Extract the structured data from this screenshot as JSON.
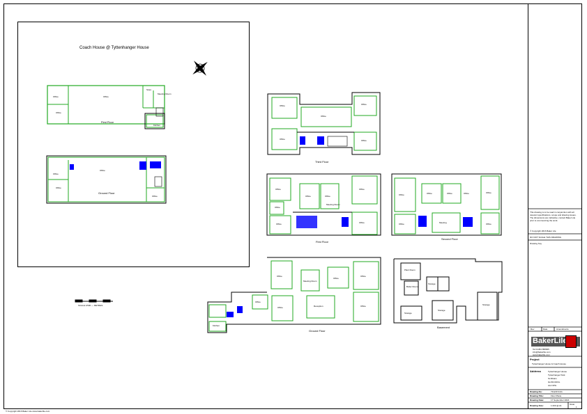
{
  "title": "Coach House @ Tyttenhanger House",
  "coach_floors": {
    "first": "First Floor",
    "ground": "Ground Floor"
  },
  "main_floors": {
    "third": "Third Floor",
    "first": "First Floor",
    "second": "Second Floor",
    "ground": "Ground Floor",
    "basement": "Basement"
  },
  "scale_bar": "SCALE 1/500 — METRES",
  "rooms": {
    "ch_first": [
      "Office",
      "Office",
      "Office",
      "Store",
      "Meeting Room",
      "Kitchen"
    ],
    "ch_ground": [
      "Office",
      "Office",
      "Office",
      "Office"
    ],
    "third": [
      "Office",
      "Office",
      "Office",
      "Office",
      "Office"
    ],
    "first": [
      "Office",
      "Office",
      "Office",
      "Office",
      "Office",
      "Office",
      "Meeting Room",
      "Office"
    ],
    "second": [
      "Office",
      "Office",
      "Office",
      "Office",
      "Office",
      "Meeting",
      "Office",
      "Office"
    ],
    "ground": [
      "Office",
      "Meeting Room",
      "Office",
      "Office",
      "Reception",
      "Office",
      "Office",
      "Office",
      "Kitchen"
    ],
    "basement": [
      "Plant Room",
      "Boiler Room",
      "Storage",
      "Storage",
      "Storage",
      "Storage"
    ]
  },
  "titleblock": {
    "notes": "This drawing is to be read in conjunction with all relevant specifications, scope and drawing issues. The dimensions are indicative; contact Baker Lile prior to commencing the work.",
    "copyright": "© Copyright 2016 Baker Lile",
    "dont_scale": "DO NOT SCALE THIS DRAWING",
    "drawing_key": "Drawing Key",
    "rev": "Rev",
    "date": "Date",
    "amendments": "Amendments",
    "company": "BakerLile",
    "phone": "Tel 01454 858665",
    "email": "info@bakerlile.com",
    "web": "www.bakerlile.com",
    "project_label": "Project",
    "project": "Tyttenhanger House & Coach House",
    "address_label": "Address",
    "address": [
      "Tyttenhanger House",
      "Tyttenhanger Park",
      "St Albans",
      "Hertfordshire",
      "AL4 0PG"
    ],
    "drawing_no_label": "Drawing No:",
    "drawing_no": "7312/472-01",
    "drawing_title_label": "Drawing Title:",
    "drawing_title": "Floor Plans",
    "drawing_date_label": "Drawing Date:",
    "drawing_date": "17 September 2016",
    "drawing_size_label": "Drawing Size:",
    "drawing_size": "1:200 @ A1",
    "issue_label": "Issue",
    "issue": "1"
  },
  "footer": "© Copyright 2016 Baker Lile  www.bakerlile.com"
}
